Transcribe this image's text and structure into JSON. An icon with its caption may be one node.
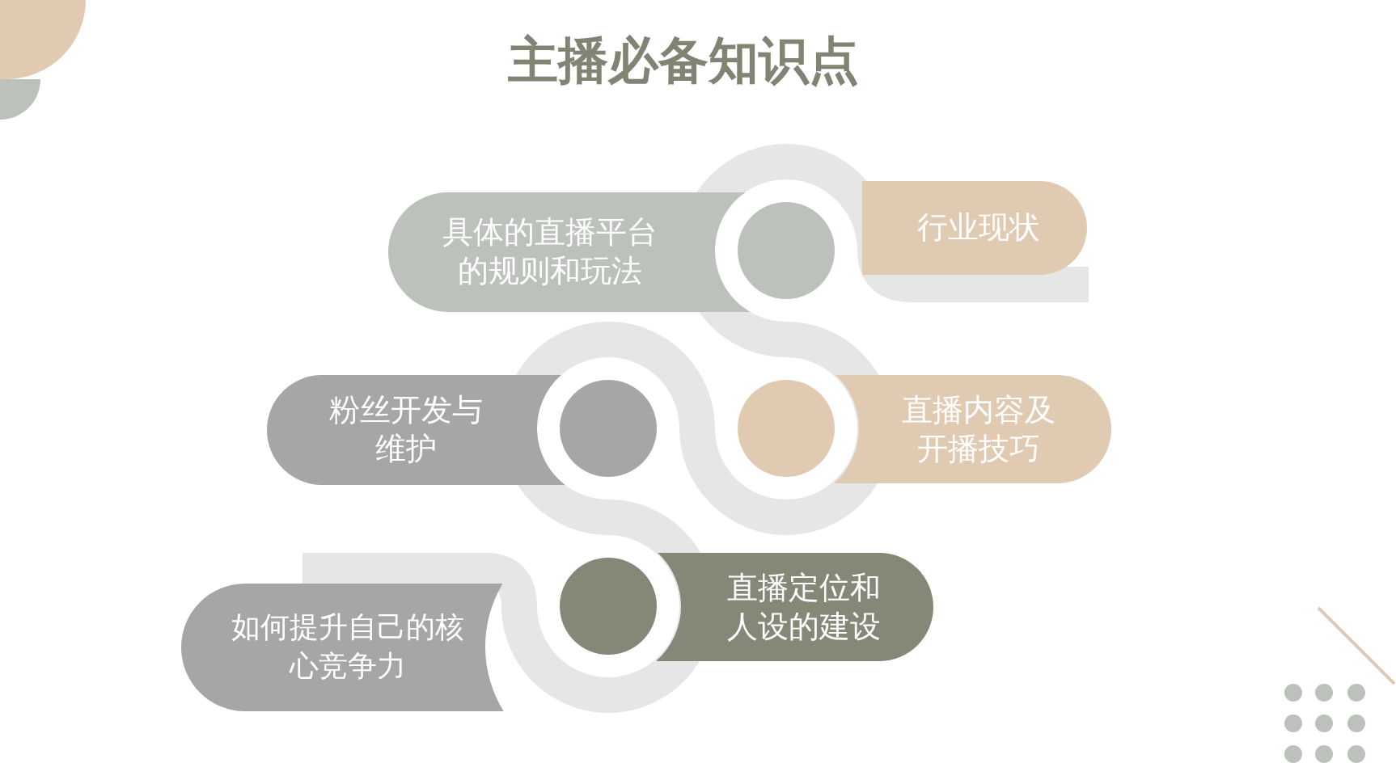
{
  "diagram": {
    "title": "主播必备知识点",
    "nodes": [
      {
        "text": [
          "具体的直播平台的规则和玩法"
        ]
      },
      {
        "text": [
          "行业现状"
        ]
      },
      {
        "text": [
          "粉丝开发与维护"
        ]
      },
      {
        "text": [
          "直播内容及开播技巧"
        ]
      },
      {
        "text": [
          "如何提升自己的核心竞争力"
        ]
      },
      {
        "text": [
          "直播定位和人设的建设"
        ]
      }
    ]
  }
}
